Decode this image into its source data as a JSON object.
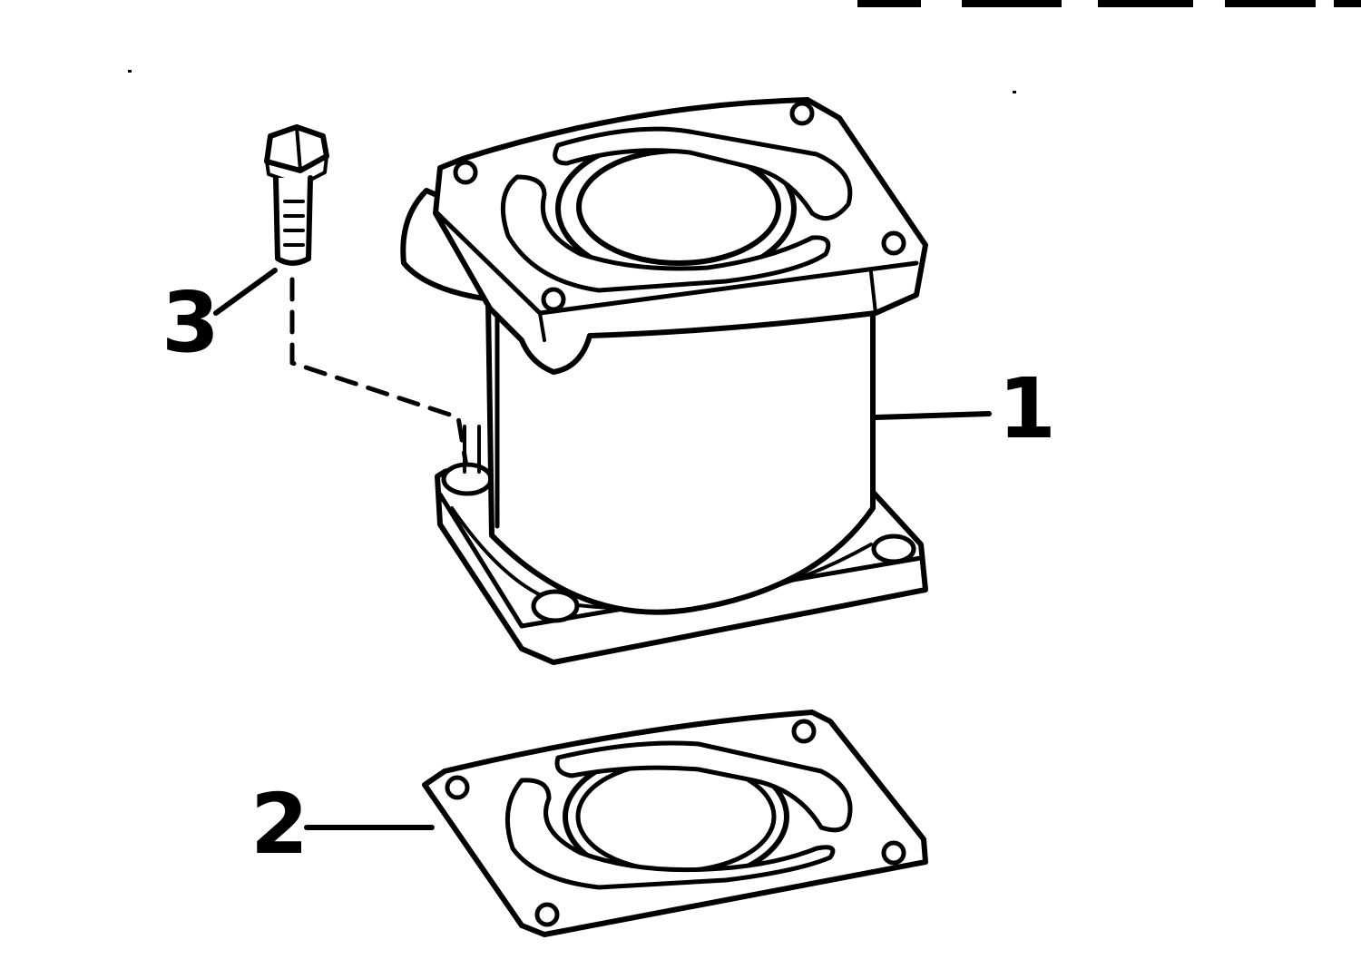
{
  "diagram": {
    "callouts": [
      {
        "id": "1",
        "text": "1"
      },
      {
        "id": "2",
        "text": "2"
      },
      {
        "id": "3",
        "text": "3"
      }
    ],
    "colors": {
      "ink": "#000000",
      "paper": "#ffffff"
    }
  }
}
